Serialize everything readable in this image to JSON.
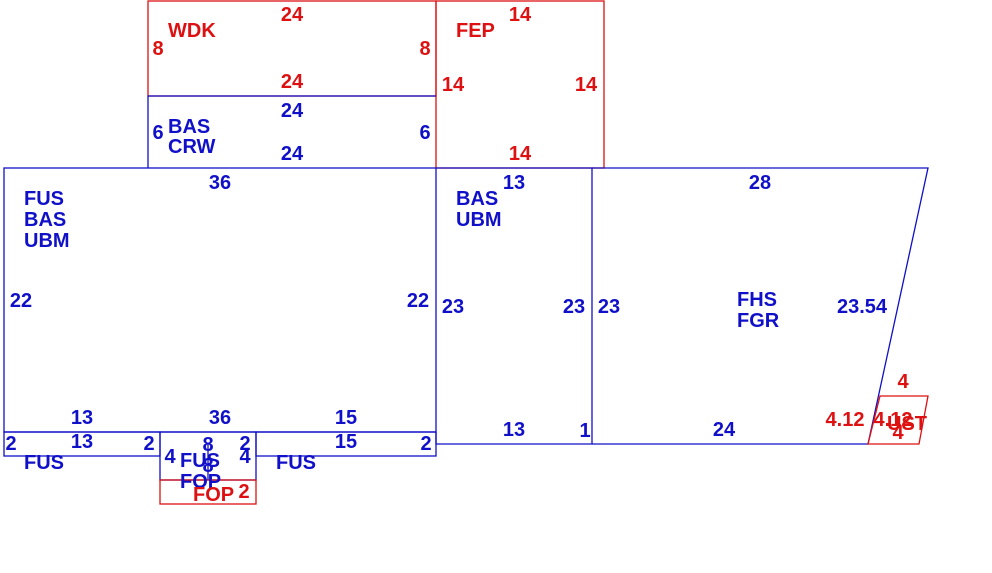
{
  "colors": {
    "blue": "#1010c8",
    "red": "#dd1111",
    "background": "#ffffff"
  },
  "areas": {
    "wdk": {
      "code": "WDK",
      "top": "24",
      "bottom": "24",
      "left": "8",
      "right": "8"
    },
    "fep": {
      "code": "FEP",
      "top": "14",
      "bottom": "14",
      "left": "14",
      "right": "14"
    },
    "bas_crw": {
      "code1": "BAS",
      "code2": "CRW",
      "top": "24",
      "bottom": "24",
      "left": "6",
      "right": "6"
    },
    "main": {
      "code1": "FUS",
      "code2": "BAS",
      "code3": "UBM",
      "top": "36",
      "bottom": "36",
      "left": "22",
      "right": "22",
      "bottom_left": "13",
      "bottom_right": "15"
    },
    "bas_ubm": {
      "code1": "BAS",
      "code2": "UBM",
      "top": "13",
      "bottom": "13",
      "left": "23",
      "right": "23",
      "step": "1"
    },
    "fhs_fgr": {
      "code1": "FHS",
      "code2": "FGR",
      "top": "28",
      "bottom": "24",
      "left": "23",
      "slant": "23.54"
    },
    "fus_left": {
      "code": "FUS",
      "top": "13",
      "left": "2",
      "right": "2"
    },
    "fus_right": {
      "code": "FUS",
      "top": "15",
      "right": "2",
      "left": "2"
    },
    "fus_fop": {
      "code1": "FUS",
      "code2": "FOP",
      "top": "8",
      "left": "4",
      "right": "4",
      "inner": "8"
    },
    "fop": {
      "code": "FOP",
      "dim": "2"
    },
    "ust": {
      "code": "UST",
      "top": "4",
      "left": "4.12",
      "right": "4.12",
      "bottom": "4"
    }
  }
}
